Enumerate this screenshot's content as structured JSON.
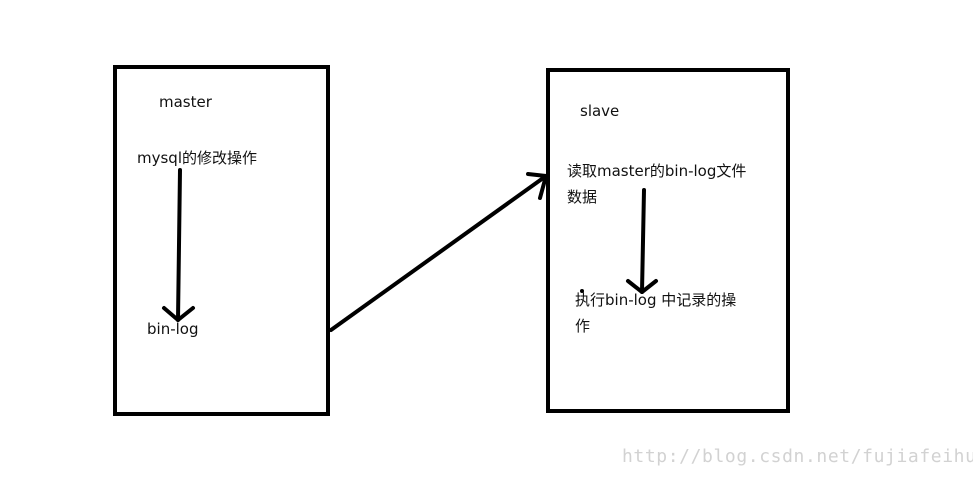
{
  "diagram": {
    "master": {
      "title": "master",
      "source_label": "mysql的修改操作",
      "log_label": "bin-log"
    },
    "slave": {
      "title": "slave",
      "read_label": "读取master的bin-log文件数据",
      "exec_label": "执行bin-log 中记录的操作"
    }
  },
  "watermark": "http://blog.csdn.net/fujiafeihudui",
  "colors": {
    "stroke": "#000000",
    "text": "#111111",
    "watermark": "#d2d2d2"
  }
}
